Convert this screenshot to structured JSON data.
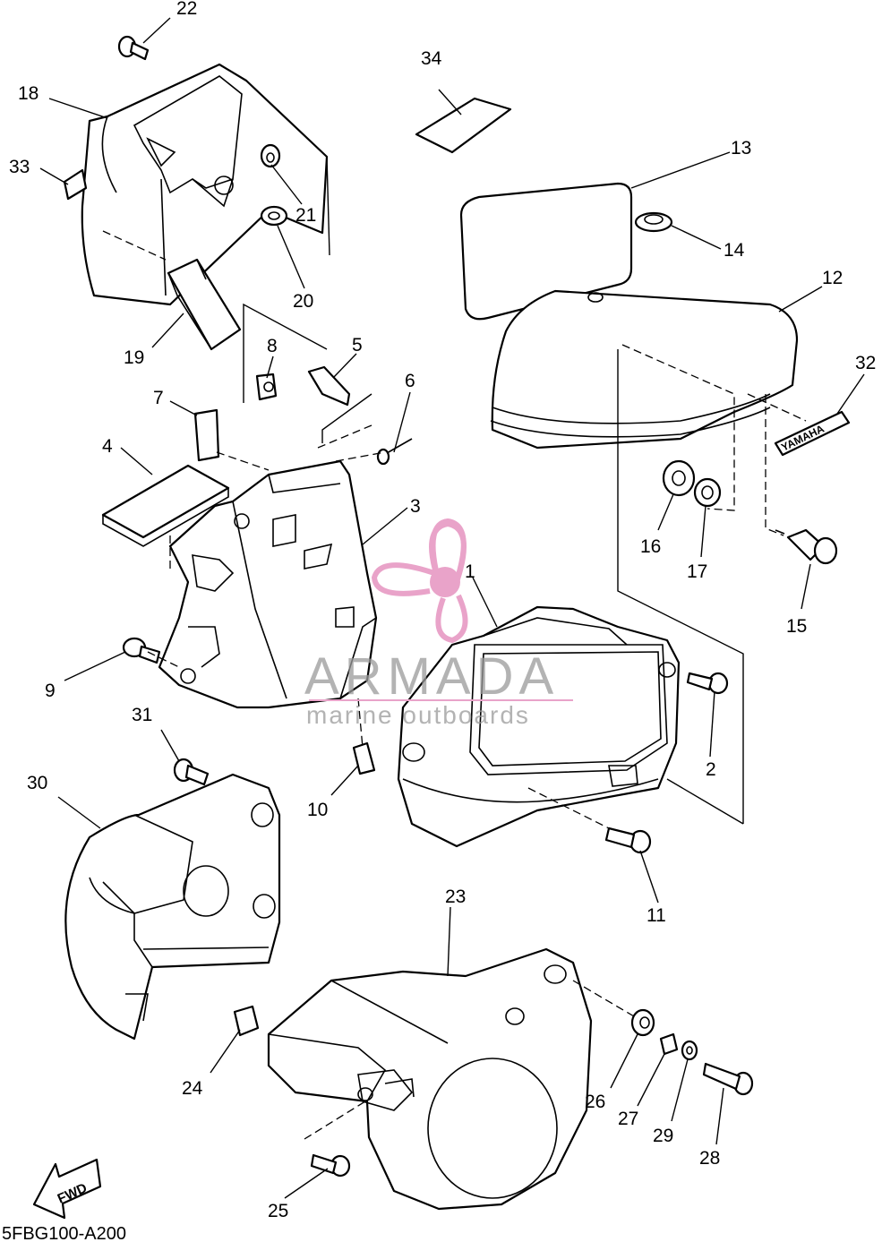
{
  "diagram": {
    "code": "5FBG100-A200",
    "fwd_label": "FWD",
    "decal_text": "YAMAHA",
    "watermark": {
      "brand": "ARMADA",
      "tagline": "marine outboards",
      "logo_color": "#e9a3c9"
    },
    "callouts": [
      "1",
      "2",
      "3",
      "4",
      "5",
      "6",
      "7",
      "8",
      "9",
      "10",
      "11",
      "12",
      "13",
      "14",
      "15",
      "16",
      "17",
      "18",
      "19",
      "20",
      "21",
      "22",
      "23",
      "24",
      "25",
      "26",
      "27",
      "28",
      "29",
      "30",
      "31",
      "32",
      "33",
      "34"
    ]
  }
}
